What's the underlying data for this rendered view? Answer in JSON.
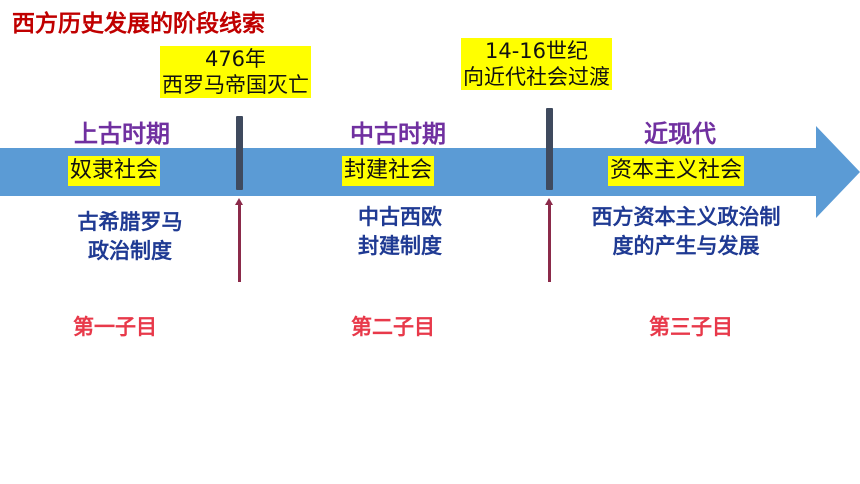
{
  "title": "西方历史发展的阶段线索",
  "milestones": [
    {
      "line1": "476年",
      "line2": "西罗马帝国灭亡"
    },
    {
      "line1": "14-16世纪",
      "line2": "向近代社会过渡"
    }
  ],
  "periods": [
    {
      "name": "上古时期",
      "society": "奴隶社会",
      "desc1": "古希腊罗马",
      "desc2": "政治制度",
      "sub": "第一子目"
    },
    {
      "name": "中古时期",
      "society": "封建社会",
      "desc1": "中古西欧",
      "desc2": "封建制度",
      "sub": "第二子目"
    },
    {
      "name": "近现代",
      "society": "资本主义社会",
      "desc1": "西方资本主义政治制",
      "desc2": "度的产生与发展",
      "sub": "第三子目"
    }
  ],
  "colors": {
    "title": "#c00000",
    "timeline_arrow": "#5b9bd5",
    "period_text": "#7030a0",
    "highlight": "#ffff00",
    "desc_text": "#1f3a93",
    "sub_text": "#e8394a",
    "divider": "#3f4a5e",
    "pointer": "#8b2a4a"
  }
}
